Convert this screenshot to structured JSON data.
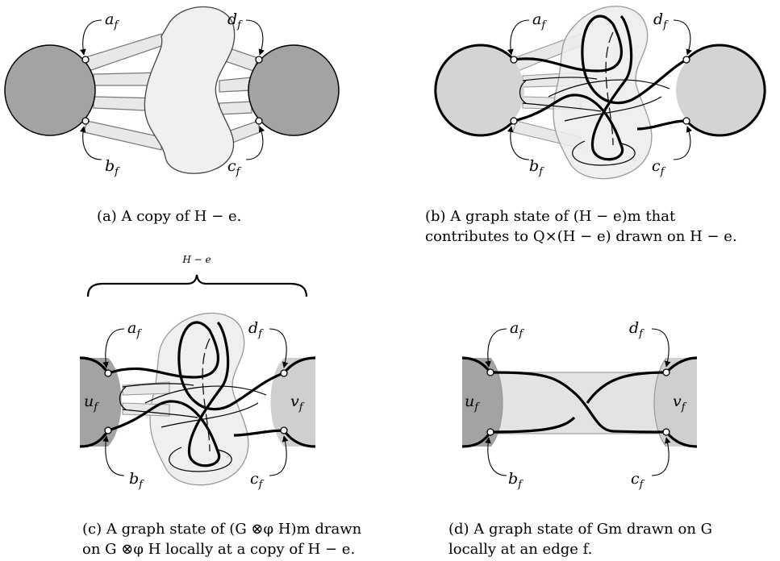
{
  "panels": {
    "a": {
      "caption_line1": "(a) A copy of H − e.",
      "labels": {
        "a": "a",
        "b": "b",
        "c": "c",
        "d": "d",
        "sub": "f"
      }
    },
    "b": {
      "caption_line1": "(b) A graph state of (H − e)m that",
      "caption_line2": "contributes to Q×(H − e) drawn on H − e.",
      "labels": {
        "a": "a",
        "b": "b",
        "c": "c",
        "d": "d",
        "sub": "f"
      }
    },
    "c": {
      "caption_line1": "(c) A graph state of (G ⊗φ H)m drawn",
      "caption_line2": "on G ⊗φ H locally at a copy of H − e.",
      "brace_label": "H − e",
      "labels": {
        "a": "a",
        "b": "b",
        "c": "c",
        "d": "d",
        "u": "u",
        "v": "v",
        "sub": "f"
      }
    },
    "d": {
      "caption_line1": "(d) A graph state of Gm drawn on G",
      "caption_line2": "locally at an edge f.",
      "labels": {
        "a": "a",
        "b": "b",
        "c": "c",
        "d": "d",
        "u": "u",
        "v": "v",
        "sub": "f"
      }
    }
  }
}
